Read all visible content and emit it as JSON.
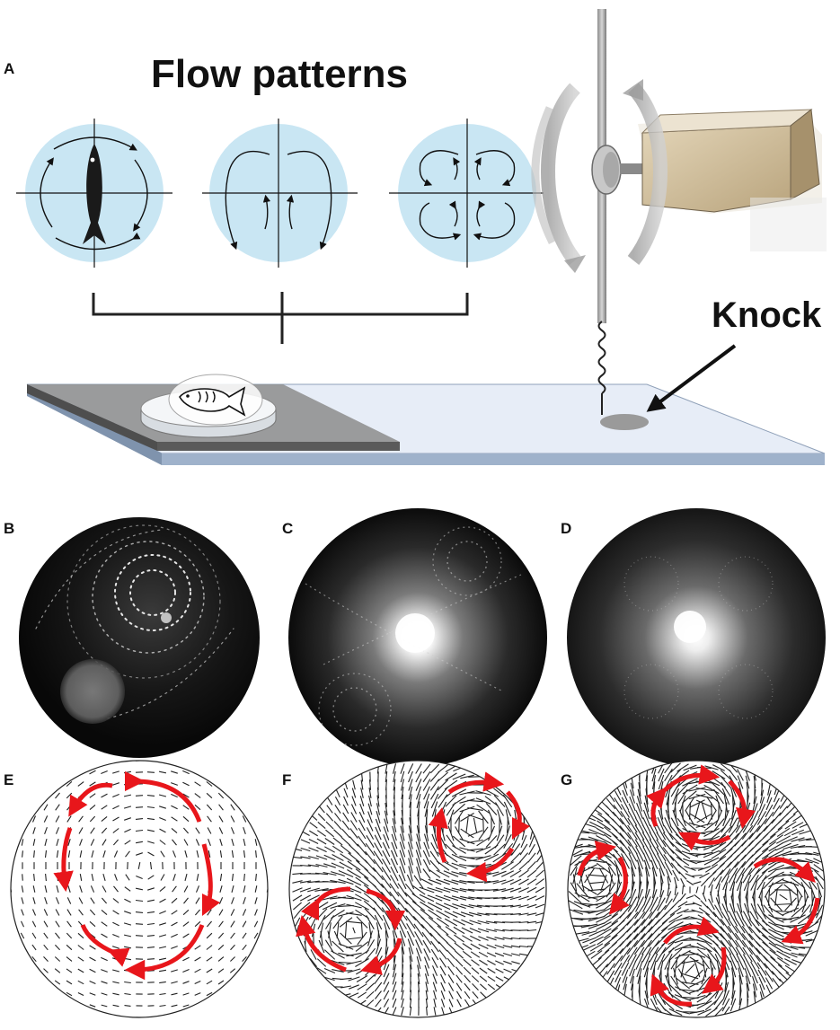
{
  "panel_a": {
    "letter": "A",
    "title": "Flow patterns",
    "knock_label": "Knock"
  },
  "panels": {
    "b": "B",
    "c": "C",
    "d": "D",
    "e": "E",
    "f": "F",
    "g": "G"
  },
  "colors": {
    "dish_fill": "#c9e6f3",
    "vortex_arrow": "#e8161b",
    "photo_dark": "#0a0a0a",
    "motor_box": "#d9c8a6",
    "platform": "#e7edf7"
  },
  "icons": {
    "fish": "fish-icon",
    "motor": "motor-icon",
    "spring": "spring-icon"
  }
}
